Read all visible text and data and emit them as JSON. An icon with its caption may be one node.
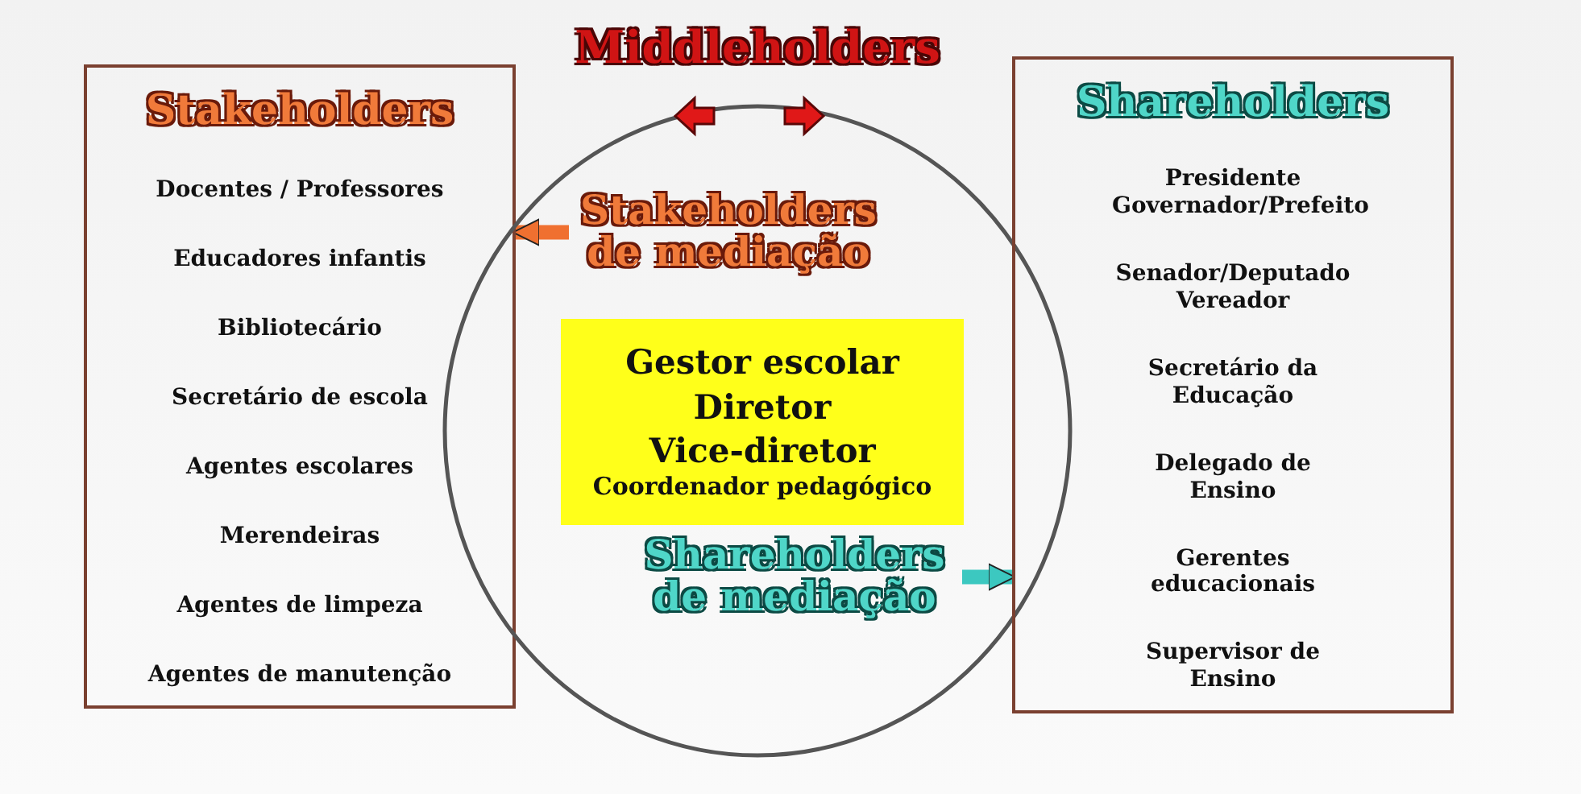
{
  "diagram": {
    "nodes": [
      {
        "text": [
          "Stakeholders",
          "Docentes / Professores",
          "Educadores infantis",
          "Bibliotecário",
          "Secretário de escola",
          "Agentes escolares",
          "Merendeiras",
          "Agentes de limpeza",
          "Agentes de manutenção"
        ]
      },
      {
        "text": [
          "Middleholders"
        ]
      },
      {
        "text": [
          "Stakeholders de mediação"
        ],
        "in": 1
      },
      {
        "text": [
          "Gestor escolar",
          "Diretor",
          "Vice-diretor",
          "Coordenador pedagógico"
        ],
        "in": 1
      },
      {
        "text": [
          "Shareholders de mediação"
        ],
        "in": 1
      },
      {
        "text": [
          "Shareholders",
          "Presidente Governador/Prefeito",
          "Senador/Deputado Vereador",
          "Secretário da Educação",
          "Delegado de Ensino",
          "Gerentes educacionais",
          "Supervisor de Ensino"
        ]
      }
    ],
    "edges": [
      {
        "from": 2,
        "to": 0,
        "arrow": "to",
        "color": "#f07030"
      },
      {
        "from": 4,
        "to": 5,
        "arrow": "to",
        "color": "#3cc8c0"
      }
    ]
  }
}
